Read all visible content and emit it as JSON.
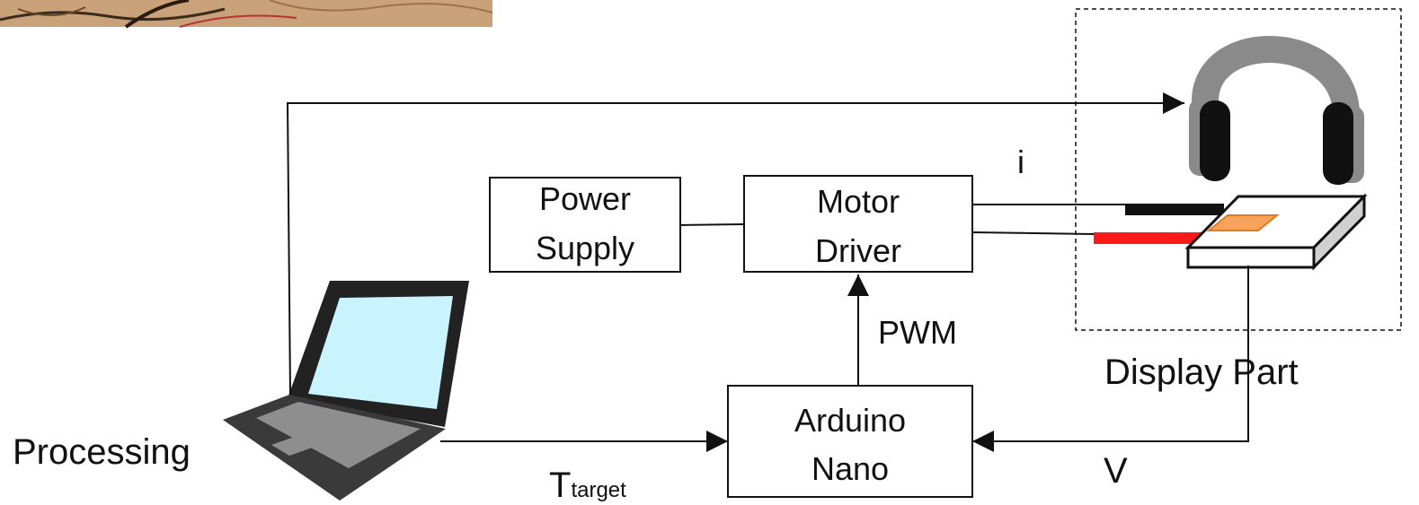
{
  "blocks": {
    "power_supply": {
      "line1": "Power",
      "line2": "Supply"
    },
    "motor_driver": {
      "line1": "Motor",
      "line2": "Driver"
    },
    "arduino_nano": {
      "line1": "Arduino",
      "line2": "Nano"
    }
  },
  "labels": {
    "processing": "Processing",
    "pwm": "PWM",
    "current": "i",
    "voltage": "V",
    "display_part": "Display Part",
    "target_temp_main": "T",
    "target_temp_sub": "target"
  },
  "colors": {
    "line": "#111111",
    "wire_black": "#111111",
    "wire_red": "#ff1a1a",
    "peltier": "#f7a35c",
    "peltier_edge": "#e07a1f",
    "screen": "#c9f3ff",
    "headphone_band": "#8a8a8a"
  }
}
